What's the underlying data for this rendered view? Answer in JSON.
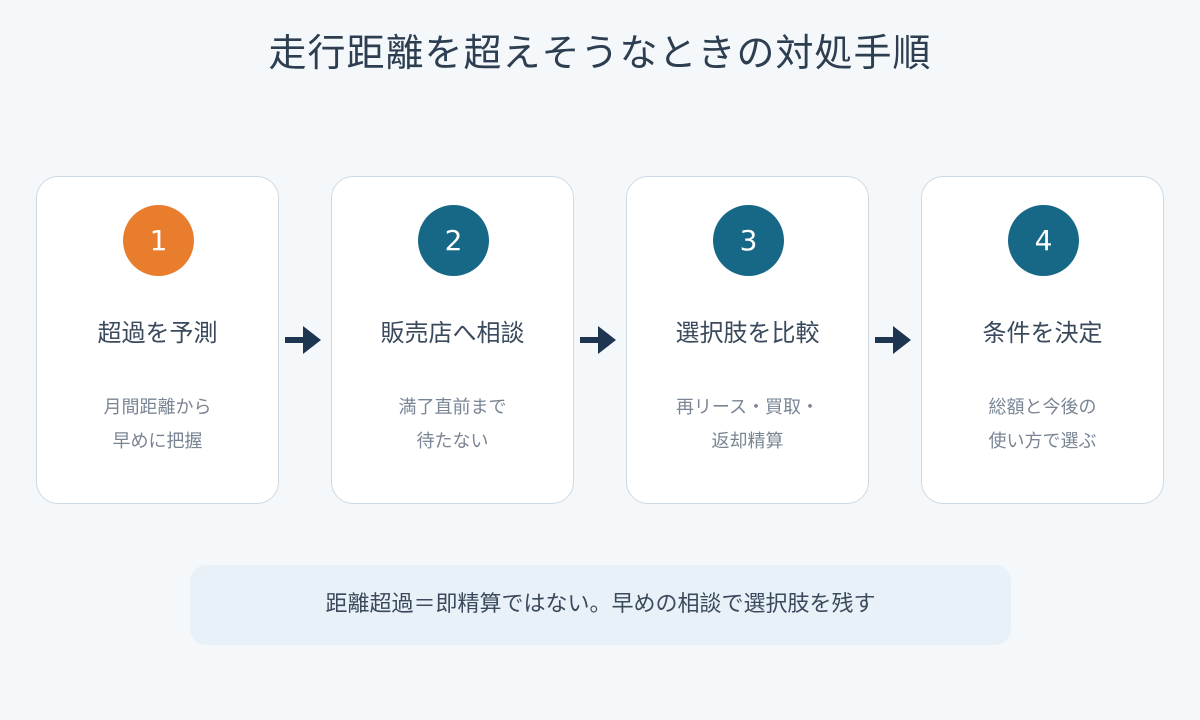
{
  "title": "走行距離を超えそうなときの対処手順",
  "steps": [
    {
      "number": "1",
      "title": "超過を予測",
      "desc_line1": "月間距離から",
      "desc_line2": "早めに把握"
    },
    {
      "number": "2",
      "title": "販売店へ相談",
      "desc_line1": "満了直前まで",
      "desc_line2": "待たない"
    },
    {
      "number": "3",
      "title": "選択肢を比較",
      "desc_line1": "再リース・買取・",
      "desc_line2": "返却精算"
    },
    {
      "number": "4",
      "title": "条件を決定",
      "desc_line1": "総額と今後の",
      "desc_line2": "使い方で選ぶ"
    }
  ],
  "note": "距離超過＝即精算ではない。早めの相談で選択肢を残す",
  "colors": {
    "accent": "#e87d2d",
    "primary": "#176786",
    "arrow": "#1e3552"
  }
}
